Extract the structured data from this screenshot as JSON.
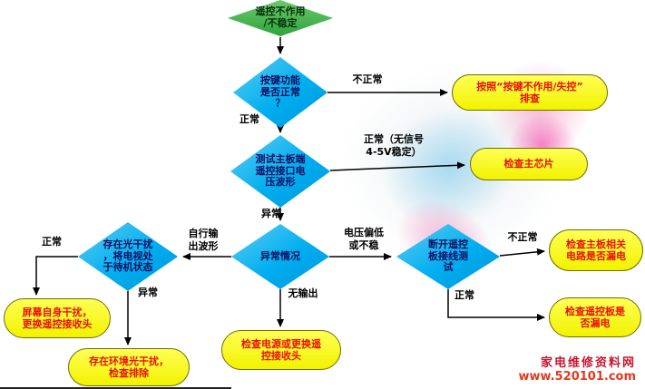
{
  "nodes": {
    "start": {
      "text": "遥控不作用\n/不稳定"
    },
    "keypad_check": {
      "text": "按键功能\n是否正常\n？"
    },
    "keypad_fault_action": {
      "text": "按照“按键不作用/失控”\n排查"
    },
    "voltage_test": {
      "text": "测试主板端\n遥控接口电\n压波形"
    },
    "check_main_chip": {
      "text": "检查主芯片"
    },
    "abnormal_case": {
      "text": "异常情况"
    },
    "light_interference": {
      "text": "存在光干扰\n，将电视处\n于待机状态"
    },
    "screen_interference": {
      "text": "屏幕自身干扰，\n更换遥控接收头"
    },
    "ambient_light": {
      "text": "存在环境光干扰，\n检查排除"
    },
    "check_power": {
      "text": "检查电源或更换遥\n控接收头"
    },
    "disconnect_board": {
      "text": "断开遥控\n板接线测\n试"
    },
    "check_mainboard_leak": {
      "text": "检查主板相关\n电路是否漏电"
    },
    "check_remote_board_leak": {
      "text": "检查遥控板是\n否漏电"
    }
  },
  "edges": {
    "keypad_abnormal": "不正常",
    "keypad_normal": "正常",
    "voltage_normal": "正常（无信号\n4-5V稳定）",
    "voltage_abnormal": "异常",
    "self_output": "自行输\n出波形",
    "standby_normal": "正常",
    "standby_abnormal": "异常",
    "no_output": "无输出",
    "voltage_low": "电压偏低\n或不稳",
    "disconnect_abnormal": "不正常",
    "disconnect_normal": "正常"
  },
  "watermark": {
    "site_name": "家电维修资料网",
    "site_url": "www.520101.com"
  },
  "colors": {
    "start_fill": "#3cb44b",
    "decision_fill": "#00aeef",
    "action_fill": "#ffff00",
    "action_text": "#e8110d",
    "decision_text": "#0d0d62",
    "arrow": "#000000",
    "watermark_text": "#c81630"
  }
}
